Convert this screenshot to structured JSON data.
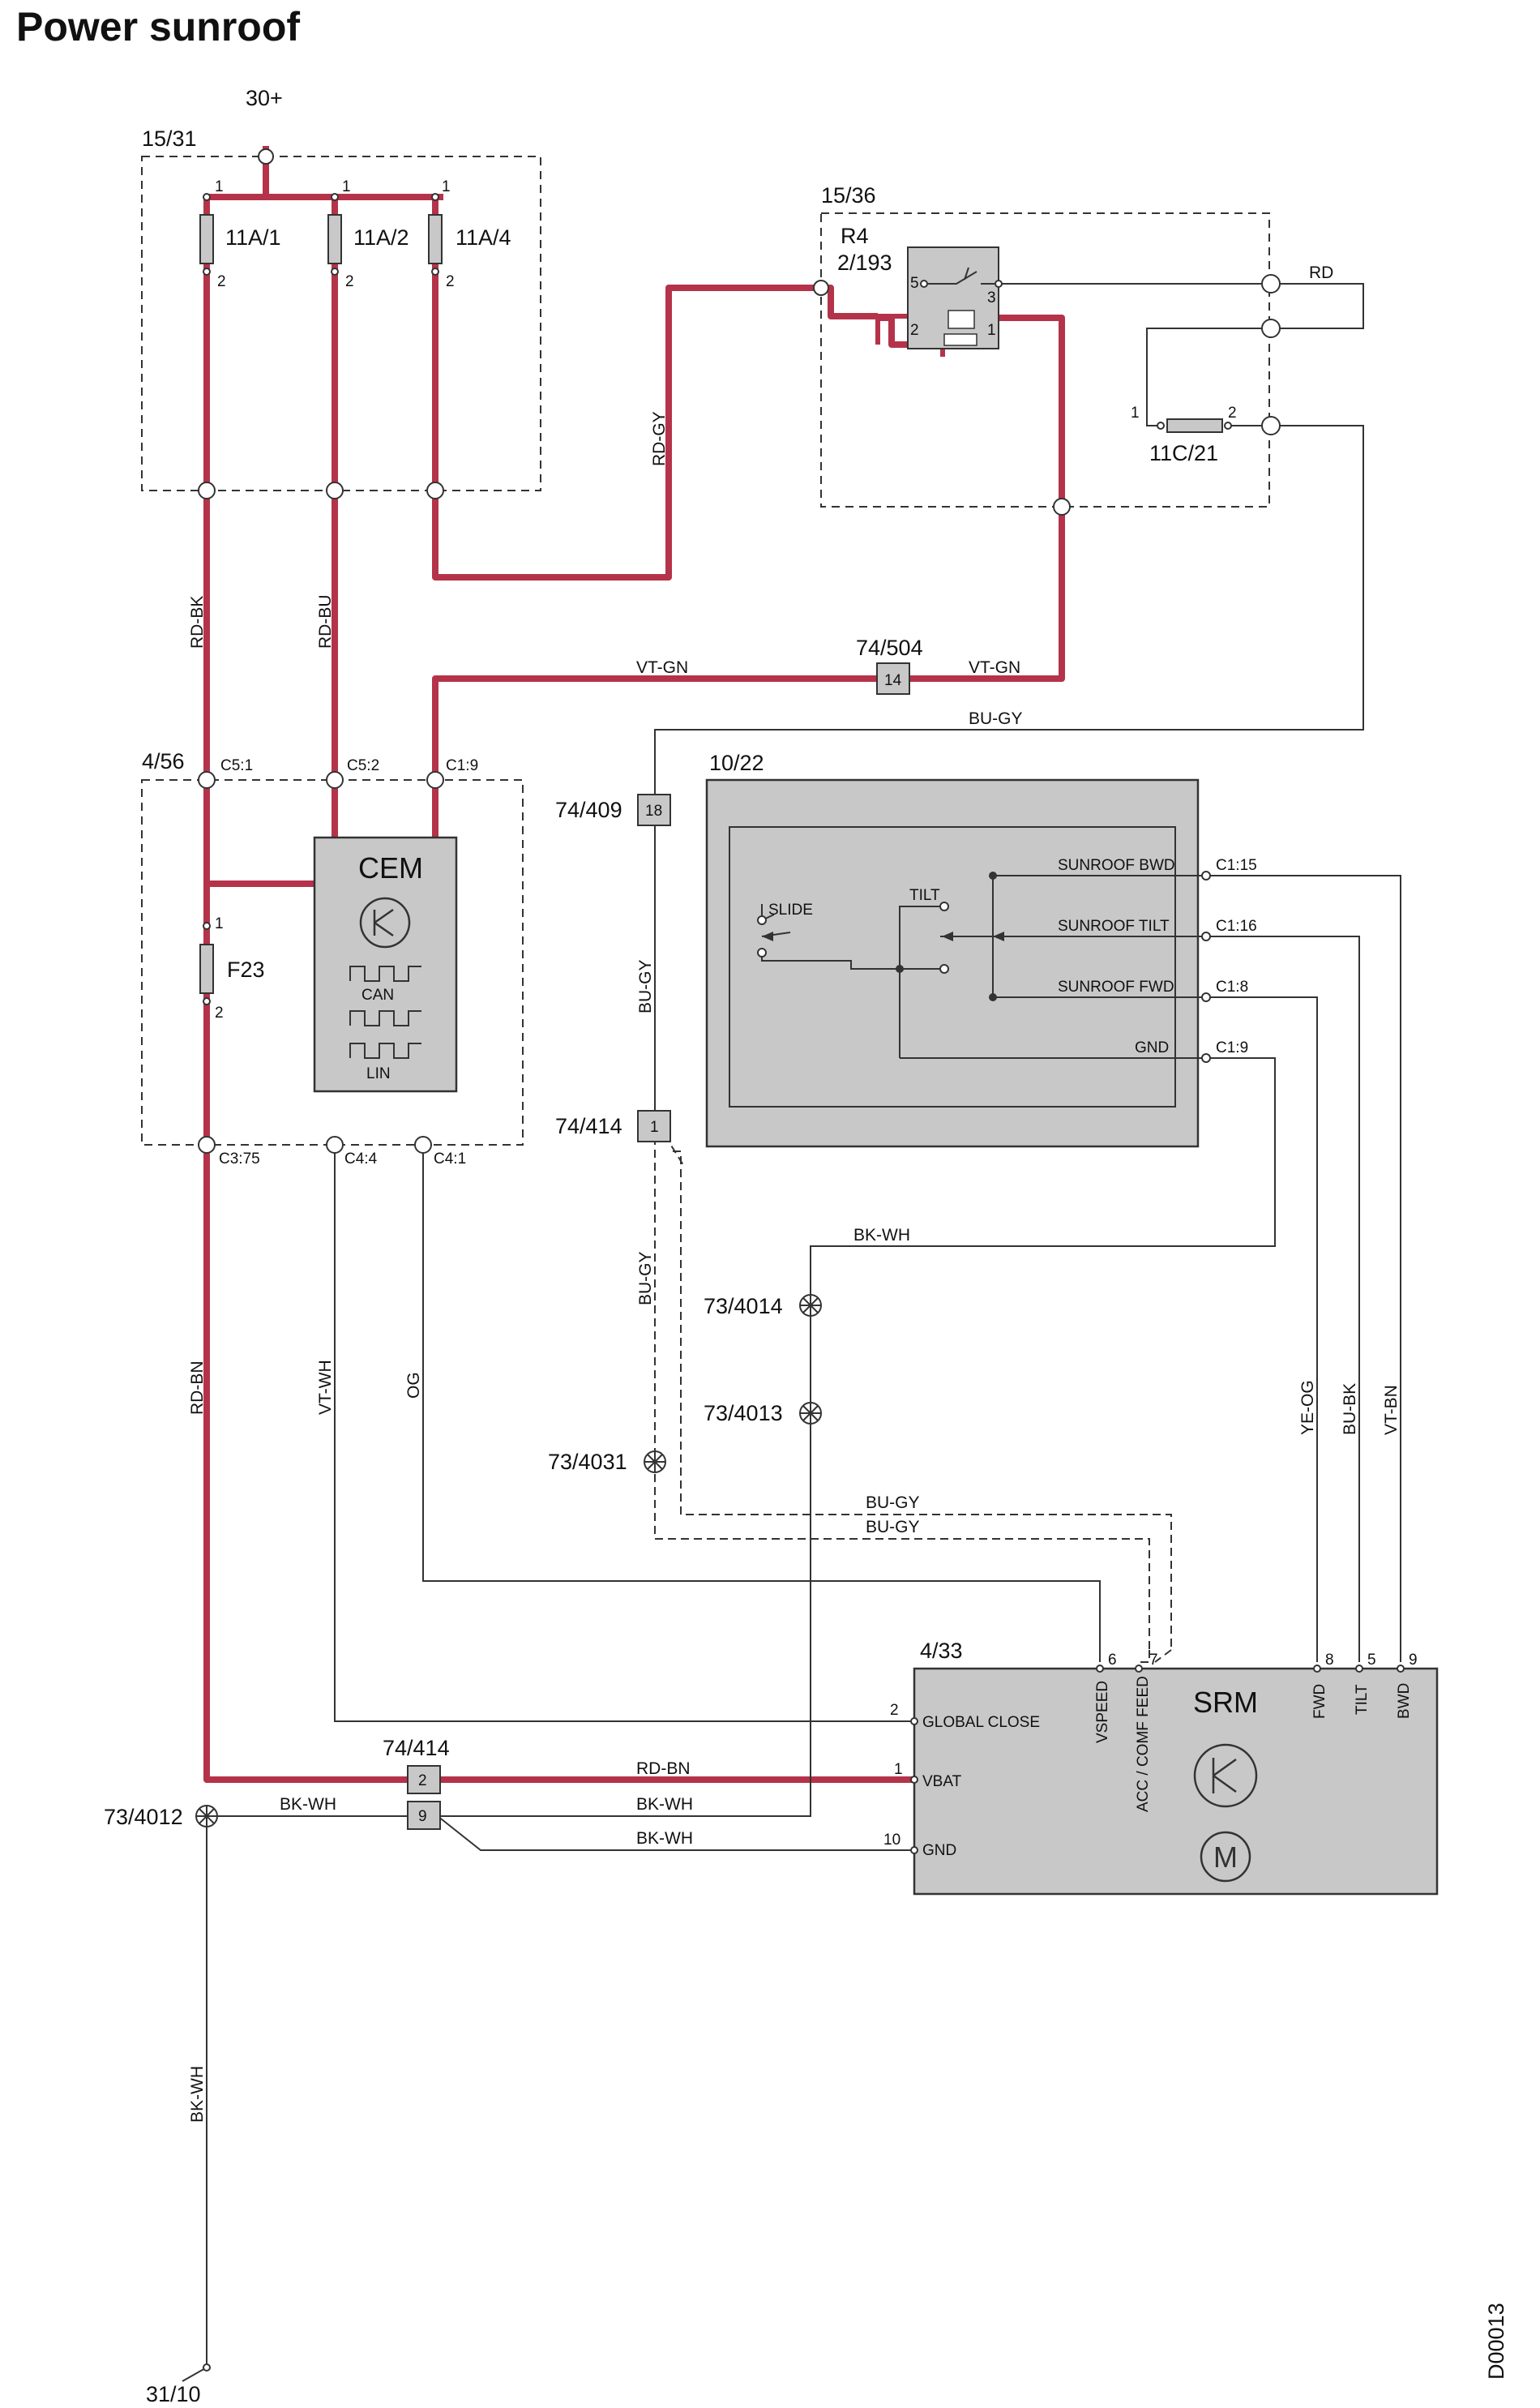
{
  "title": "Power sunroof",
  "supply": "30+",
  "ground": "31/10",
  "doc_id": "D00013",
  "fusebox_main": {
    "id": "15/31",
    "fuses": [
      {
        "name": "11A/1",
        "pin_top": "1",
        "pin_bottom": "2"
      },
      {
        "name": "11A/2",
        "pin_top": "1",
        "pin_bottom": "2"
      },
      {
        "name": "11A/4",
        "pin_top": "1",
        "pin_bottom": "2"
      }
    ]
  },
  "relay_box": {
    "id": "15/36",
    "relay": "R4",
    "relay_ref": "2/193",
    "pins": {
      "p5": "5",
      "p3": "3",
      "p2": "2",
      "p1": "1"
    },
    "fuse": {
      "name": "11C/21",
      "pin1": "1",
      "pin2": "2"
    },
    "wire_rd": "RD"
  },
  "cem_box": {
    "id": "4/56",
    "module": "CEM",
    "labels": [
      "CAN",
      "LIN"
    ],
    "connectors": {
      "c51": "C5:1",
      "c52": "C5:2",
      "c19": "C1:9",
      "c375": "C3:75",
      "c44": "C4:4",
      "c41": "C4:1"
    },
    "fuse": {
      "name": "F23",
      "pin1": "1",
      "pin2": "2"
    }
  },
  "switch_panel": {
    "id": "10/22",
    "labels": {
      "slide": "SLIDE",
      "tilt": "TILT",
      "bwd": "SUNROOF BWD",
      "tilt_out": "SUNROOF TILT",
      "fwd": "SUNROOF FWD",
      "gnd": "GND"
    },
    "pins": {
      "bwd": "C1:15",
      "tilt": "C1:16",
      "fwd": "C1:8",
      "gnd": "C1:9"
    }
  },
  "srm": {
    "id": "4/33",
    "module": "SRM",
    "pins_left": [
      {
        "num": "2",
        "label": "GLOBAL CLOSE"
      },
      {
        "num": "1",
        "label": "VBAT"
      },
      {
        "num": "10",
        "label": "GND"
      }
    ],
    "pins_top": [
      {
        "num": "6",
        "label": "VSPEED"
      },
      {
        "num": "7",
        "label": "ACC / COMF FEED"
      },
      {
        "num": "8",
        "label": "FWD"
      },
      {
        "num": "5",
        "label": "TILT"
      },
      {
        "num": "9",
        "label": "BWD"
      }
    ]
  },
  "connectors": {
    "c74504": {
      "id": "74/504",
      "pin": "14"
    },
    "c74409": {
      "id": "74/409",
      "pin": "18"
    },
    "c74414a": {
      "id": "74/414",
      "pin": "1"
    },
    "c74414b": {
      "id": "74/414",
      "pin_a": "2",
      "pin_b": "9"
    }
  },
  "splices": {
    "s4014": "73/4014",
    "s4013": "73/4013",
    "s4031": "73/4031",
    "s4012": "73/4012"
  },
  "wires": {
    "rd_bk": "RD-BK",
    "rd_bu": "RD-BU",
    "rd_gy": "RD-GY",
    "vt_gn_1": "VT-GN",
    "vt_gn_2": "VT-GN",
    "bu_gy_top": "BU-GY",
    "bu_gy_mid": "BU-GY",
    "bu_gy_low": "BU-GY",
    "bu_gy_h1": "BU-GY",
    "bu_gy_h2": "BU-GY",
    "bk_wh_top": "BK-WH",
    "rd_bn_v": "RD-BN",
    "vt_wh": "VT-WH",
    "og": "OG",
    "ye_og": "YE-OG",
    "bu_bk": "BU-BK",
    "vt_bn": "VT-BN",
    "rd_bn_h": "RD-BN",
    "bk_wh_h1": "BK-WH",
    "bk_wh_h2": "BK-WH",
    "bk_wh_h3": "BK-WH",
    "bk_wh_v": "BK-WH"
  }
}
